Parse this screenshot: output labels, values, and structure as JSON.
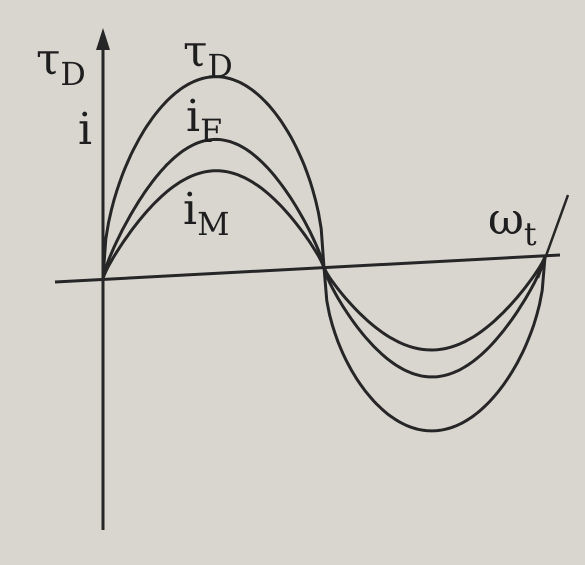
{
  "diagram": {
    "y_axis_label": {
      "main": "τ",
      "sub": "D"
    },
    "y_axis_label2": "i",
    "x_axis_label": {
      "main": "ω",
      "sub": "t"
    },
    "curves": [
      {
        "label_main": "τ",
        "label_sub": "D",
        "amplitude": 1.0,
        "sharpness": 0.5
      },
      {
        "label_main": "i",
        "label_sub": "F",
        "amplitude": 0.68,
        "sharpness": 0.8
      },
      {
        "label_main": "i",
        "label_sub": "M",
        "amplitude": 0.52,
        "sharpness": 0.85
      }
    ],
    "colors": {
      "ink": "#262626",
      "paper": "#d9d6d0"
    }
  }
}
